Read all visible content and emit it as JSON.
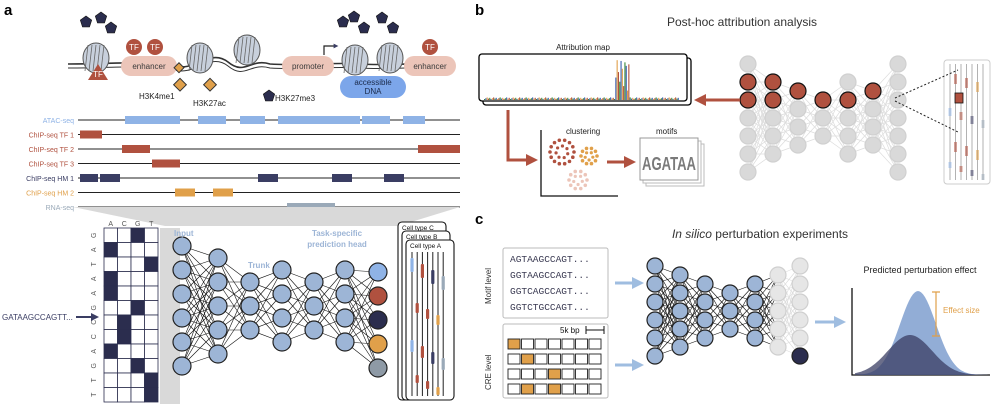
{
  "colors": {
    "blue": "#8fb3e6",
    "red": "#b0513f",
    "navy": "#2b2d4e",
    "orange": "#e0a04a",
    "grey": "#9aa9b8",
    "nodes": "#9db5d6",
    "peach": "#ecc5b9"
  },
  "panel_a": {
    "label": "a",
    "tf": "TF",
    "enhancer": "enhancer",
    "promoter": "promoter",
    "accessible": [
      "accessible",
      "DNA"
    ],
    "marks": [
      "H3K4me1",
      "H3K27ac",
      "H3K27me3"
    ],
    "tracks": [
      {
        "label": "ATAC-seq",
        "color": "#8fb3e6"
      },
      {
        "label": "ChIP-seq TF 1",
        "color": "#b0513f"
      },
      {
        "label": "ChIP-seq TF 2",
        "color": "#b0513f"
      },
      {
        "label": "ChIP-seq TF 3",
        "color": "#b0513f"
      },
      {
        "label": "ChIP-seq HM 1",
        "color": "#3a3d63"
      },
      {
        "label": "ChIP-seq HM 2",
        "color": "#e0a04a"
      },
      {
        "label": "RNA-seq",
        "color": "#9aa9b8"
      }
    ],
    "onehot_cols": [
      "A",
      "C",
      "G",
      "T"
    ],
    "onehot_rows": [
      "G",
      "A",
      "T",
      "A",
      "A",
      "G",
      "C",
      "C",
      "A",
      "G",
      "T",
      "T"
    ],
    "input_seq": "GATAAGCCAGTT...",
    "input": "Input",
    "trunk": "Trunk",
    "head": [
      "Task-specific",
      "prediction head"
    ],
    "cell_types": [
      "Cell type C",
      "Cell type B",
      "Cell type A"
    ]
  },
  "panel_b": {
    "label": "b",
    "title": "Post-hoc attribution analysis",
    "attribution_map": "Attribution map",
    "clustering": "clustering",
    "motifs": "motifs",
    "motif_logo": "AGATAA"
  },
  "panel_c": {
    "label": "c",
    "title_italic": "In silico",
    "title_rest": " perturbation experiments",
    "motif_level": "Motif level",
    "cre_level": "CRE level",
    "seqs": [
      "AGTAAGCCAGT...",
      "GGTAAGCCAGT...",
      "GGTCAGCCAGT...",
      "GGTCTGCCAGT..."
    ],
    "scale": "5k bp",
    "effect_title": "Predicted perturbation effect",
    "effect_size": "Effect size"
  }
}
